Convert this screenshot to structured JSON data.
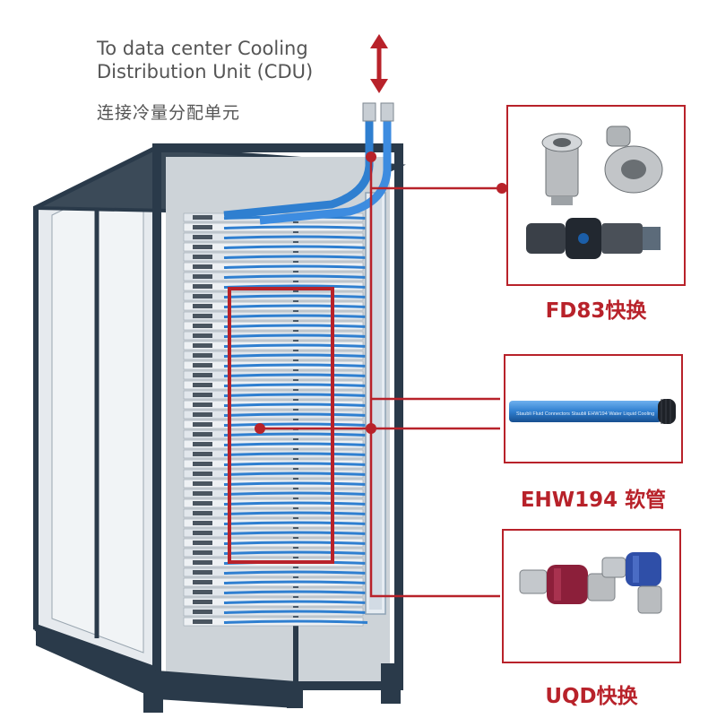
{
  "caption": {
    "line1": "To data center Cooling",
    "line2": "Distribution Unit (CDU)",
    "line3": "连接冷量分配单元"
  },
  "callouts": [
    {
      "label": "FD83快换",
      "icon": "quick-disconnect-coupling-icon"
    },
    {
      "label": "EHW194 软管",
      "icon": "blue-hose-icon",
      "hose_print": "Staubli Fluid Connectors   Staubli   EHW194   Water   Liquid Cooling"
    },
    {
      "label": "UQD快换",
      "icon": "uqd-coupling-icon"
    }
  ],
  "colors": {
    "accent": "#b8222a",
    "hose": "#2f7fd0",
    "rack_frame": "#2a3a4a"
  }
}
